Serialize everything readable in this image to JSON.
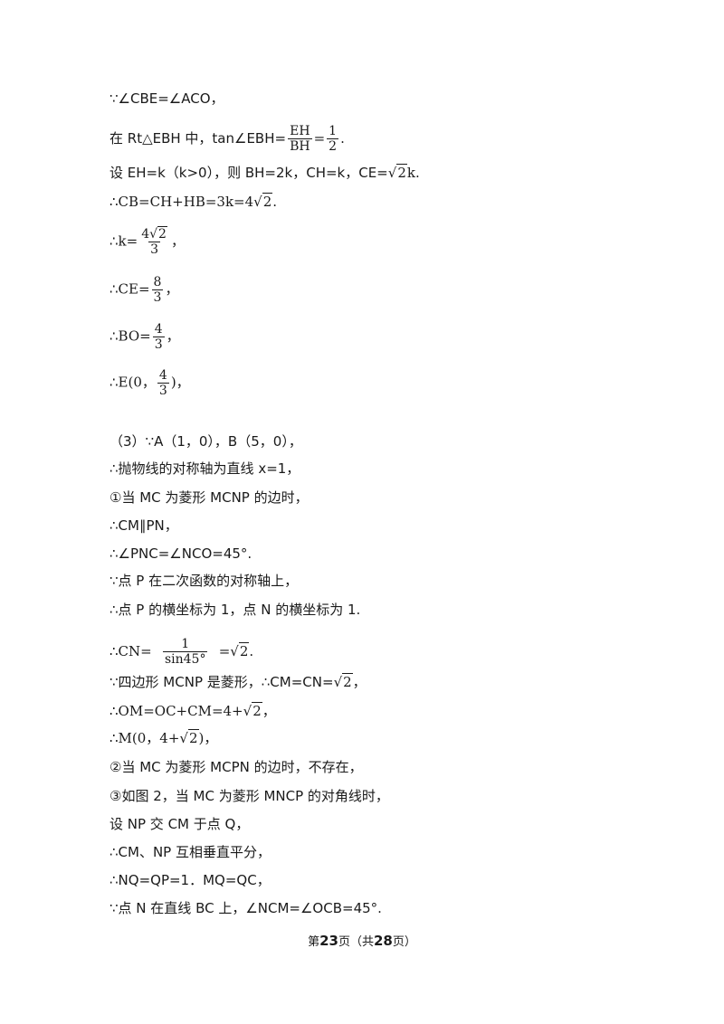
{
  "lines": {
    "l1": "∵∠CBE=∠ACO，",
    "l2_pre": "在 Rt△EBH 中，tan∠EBH=",
    "l2_num": "EH",
    "l2_den": "BH",
    "l2_eq": "=",
    "l2_num2": "1",
    "l2_den2": "2",
    "l2_end": ".",
    "l3_pre": "设 EH=k（k>0），则 BH=2k，CH=k，CE=",
    "l3_rad": "2",
    "l3_end": "k.",
    "l4_pre": "∴CB=CH+HB=3k=4",
    "l4_rad": "2",
    "l4_end": ".",
    "l5_pre": "∴k=",
    "l5_num": "4",
    "l5_num_rad": "2",
    "l5_den": "3",
    "l5_end": "，",
    "l6_pre": "∴CE=",
    "l6_num": "8",
    "l6_den": "3",
    "l6_end": "，",
    "l7_pre": "∴BO=",
    "l7_num": "4",
    "l7_den": "3",
    "l7_end": "，",
    "l8_pre": "∴E(0，",
    "l8_num": "4",
    "l8_den": "3",
    "l8_end": ")，",
    "l9": "（3）∵A（1，0），B（5，0），",
    "l10": "∴抛物线的对称轴为直线 x=1，",
    "l11": "①当 MC 为菱形 MCNP 的边时，",
    "l12": "∴CM∥PN，",
    "l13": "∴∠PNC=∠NCO=45°.",
    "l14": "∵点 P 在二次函数的对称轴上，",
    "l15": "∴点 P 的横坐标为 1，点 N 的横坐标为 1.",
    "l16_pre": "∴CN=",
    "l16_num": "1",
    "l16_den": "sin45°",
    "l16_eq": "=",
    "l16_rad": "2",
    "l16_end": ".",
    "l17_pre": "∵四边形 MCNP 是菱形，∴CM=CN=",
    "l17_rad": "2",
    "l17_end": "，",
    "l18_pre": "∴OM=OC+CM=4+",
    "l18_rad": "2",
    "l18_end": "，",
    "l19_pre": "∴M(0，4+",
    "l19_rad": "2",
    "l19_end": ")，",
    "l20": "②当 MC 为菱形 MCPN 的边时，不存在，",
    "l21": "③如图 2，当 MC 为菱形 MNCP 的对角线时，",
    "l22": "设 NP 交 CM 于点 Q，",
    "l23": "∴CM、NP 互相垂直平分，",
    "l24": "∴NQ=QP=1．MQ=QC，",
    "l25": "∵点 N 在直线 BC 上，∠NCM=∠OCB=45°."
  },
  "footer": {
    "pre": "第",
    "page": "23",
    "mid": "页（共",
    "total": "28",
    "post": "页）"
  }
}
